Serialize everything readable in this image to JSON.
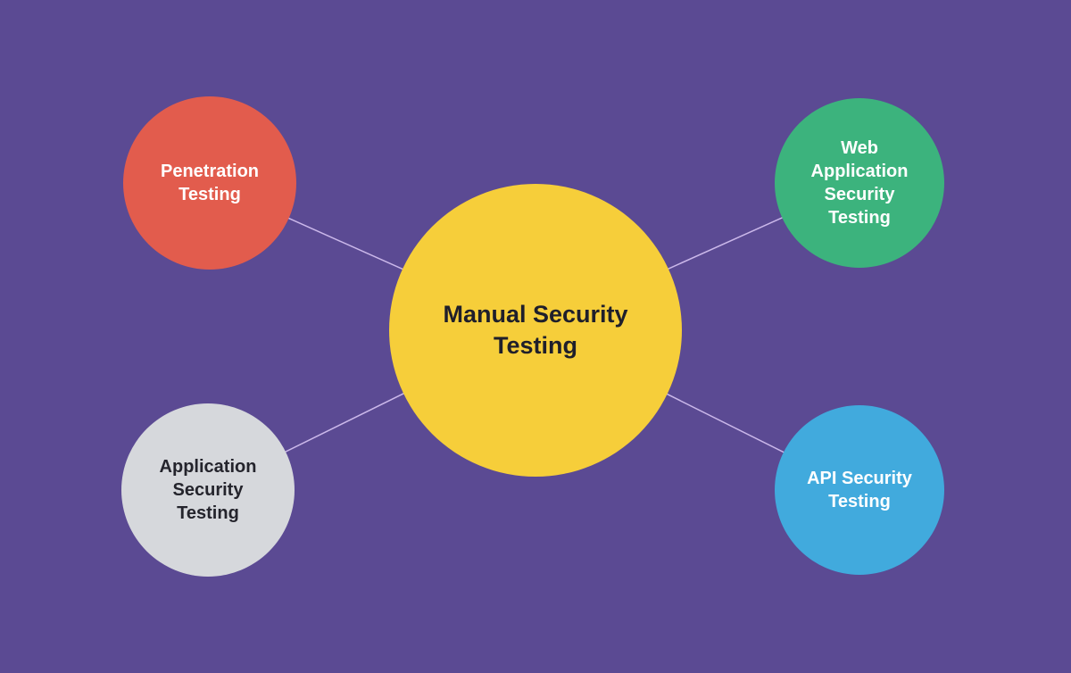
{
  "diagram": {
    "background_color": "#5b4a93",
    "connector_color": "#cbb8ea",
    "center": {
      "label": "Manual Security Testing",
      "color": "#f6ce3a",
      "text_color": "#1f1f2b"
    },
    "nodes": [
      {
        "id": "penetration-testing",
        "label": "Penetration Testing",
        "color": "#e25c4d",
        "text_color": "#ffffff"
      },
      {
        "id": "web-application-security-testing",
        "label": "Web Application Security Testing",
        "color": "#3cb37d",
        "text_color": "#ffffff"
      },
      {
        "id": "application-security-testing",
        "label": "Application Security Testing",
        "color": "#d6d8dc",
        "text_color": "#24242c"
      },
      {
        "id": "api-security-testing",
        "label": "API Security Testing",
        "color": "#41aadd",
        "text_color": "#ffffff"
      }
    ]
  }
}
